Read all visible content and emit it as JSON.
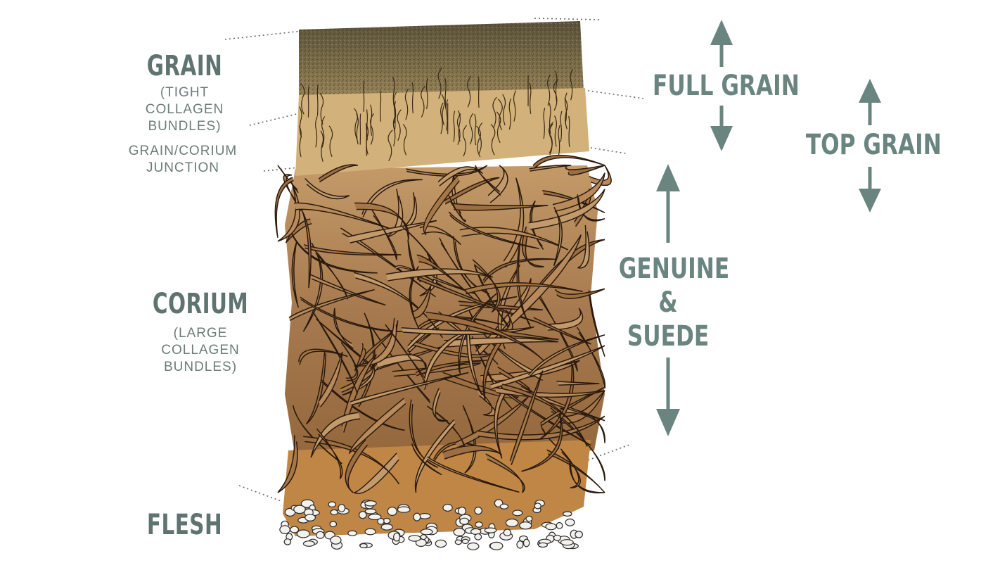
{
  "left_labels": {
    "grain": "GRAIN",
    "grain_sub_1": "(TIGHT",
    "grain_sub_2": "COLLAGEN",
    "grain_sub_3": "BUNDLES)",
    "junction_1": "GRAIN/CORIUM",
    "junction_2": "JUNCTION",
    "corium": "CORIUM",
    "corium_sub_1": "(LARGE",
    "corium_sub_2": "COLLAGEN",
    "corium_sub_3": "BUNDLES)",
    "flesh": "FLESH"
  },
  "right_labels": {
    "full_grain": "FULL GRAIN",
    "top_grain": "TOP GRAIN",
    "genuine_1": "GENUINE",
    "genuine_2": "&",
    "genuine_3": "SUEDE"
  },
  "colors": {
    "label_text": "#5f7470",
    "arrow": "#6a8580",
    "grain_layer": "#7a6a44",
    "junction_layer": "#c8a870",
    "corium_layer": "#b08458",
    "flesh_layer": "#c48a4a",
    "fiber_outline": "#2a1a0e"
  }
}
